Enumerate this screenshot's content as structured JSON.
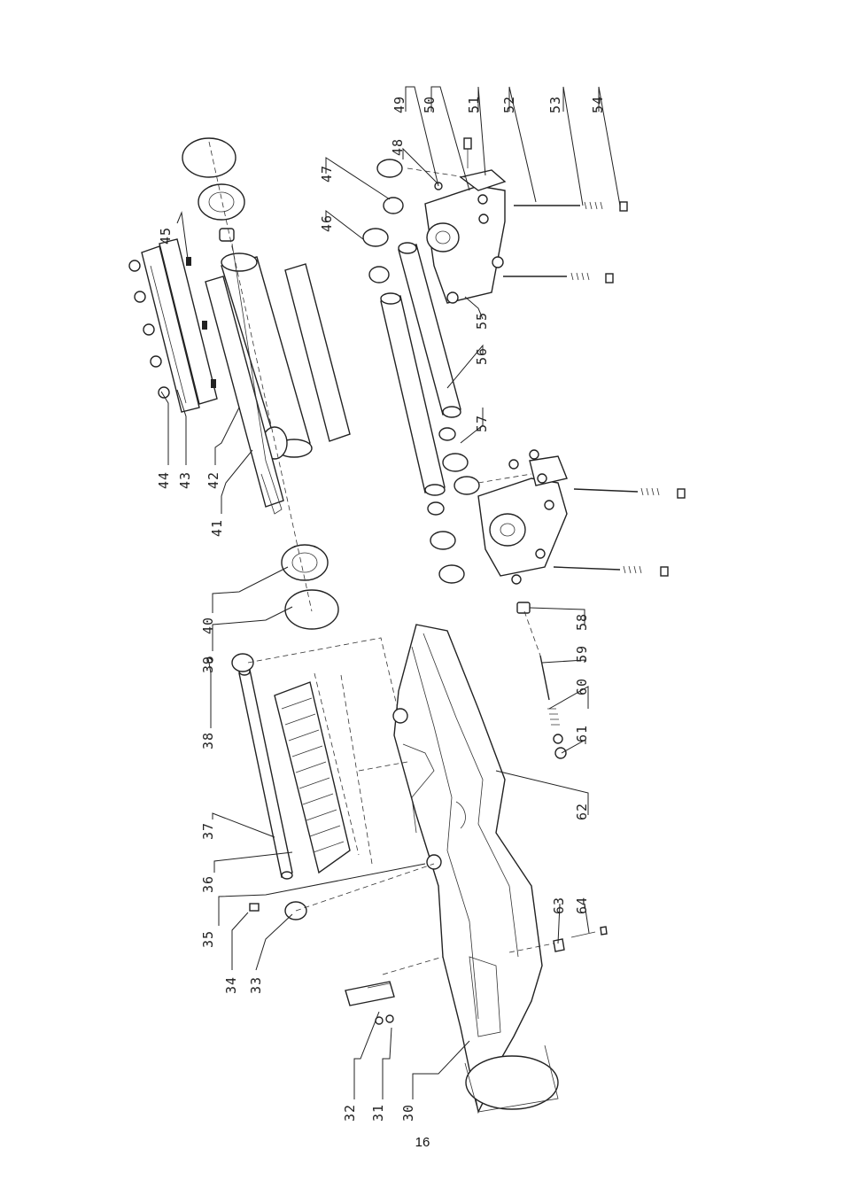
{
  "page": {
    "number": "16"
  },
  "diagram": {
    "callouts": [
      "30",
      "31",
      "32",
      "33",
      "34",
      "35",
      "36",
      "37",
      "38",
      "39",
      "40",
      "41",
      "42",
      "43",
      "44",
      "45",
      "46",
      "47",
      "48",
      "49",
      "50",
      "51",
      "52",
      "53",
      "54",
      "55",
      "56",
      "57",
      "58",
      "59",
      "60",
      "61",
      "62",
      "63",
      "64"
    ]
  },
  "colors": {
    "ink": "#222222",
    "paper": "#ffffff"
  }
}
